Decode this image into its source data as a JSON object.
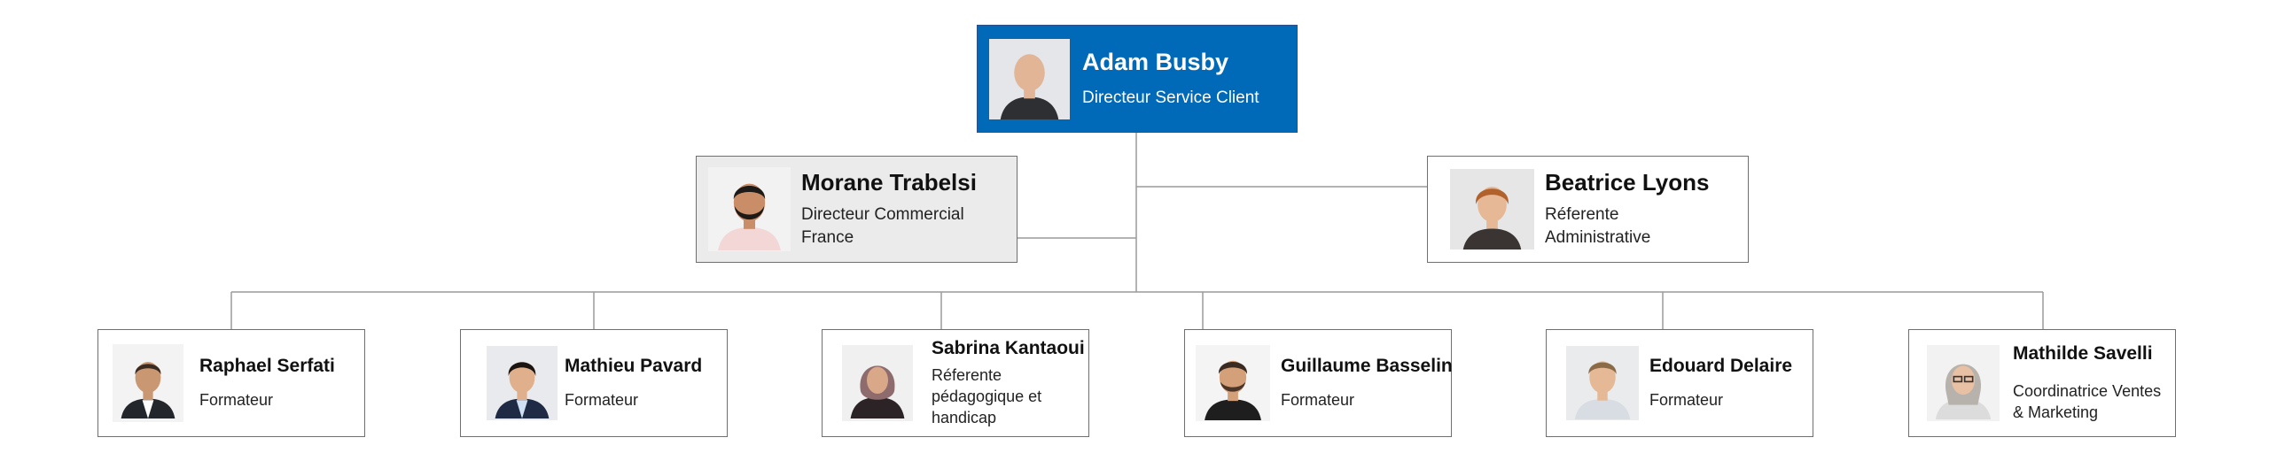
{
  "org_chart": {
    "director": {
      "name": "Adam Busby",
      "role": "Directeur Service Client",
      "photo_icon": "portrait-photo"
    },
    "managers": [
      {
        "name": "Morane Trabelsi",
        "role": "Directeur Commercial France",
        "photo_icon": "portrait-photo"
      },
      {
        "name": "Beatrice Lyons",
        "role": "Réferente Administrative",
        "photo_icon": "portrait-photo"
      }
    ],
    "staff": [
      {
        "name": "Raphael Serfati",
        "role": "Formateur",
        "photo_icon": "portrait-photo"
      },
      {
        "name": "Mathieu Pavard",
        "role": "Formateur",
        "photo_icon": "portrait-photo"
      },
      {
        "name": "Sabrina Kantaoui",
        "role": "Réferente pédagogique et handicap",
        "photo_icon": "portrait-photo"
      },
      {
        "name": "Guillaume Basselin",
        "role": "Formateur",
        "photo_icon": "portrait-photo"
      },
      {
        "name": "Edouard Delaire",
        "role": "Formateur",
        "photo_icon": "portrait-photo"
      },
      {
        "name": "Mathilde Savelli",
        "role": "Coordinatrice Ventes & Marketing",
        "photo_icon": "portrait-photo"
      }
    ],
    "colors": {
      "director_fill": "#0069b8",
      "highlight_fill": "#ebebeb",
      "node_fill": "#ffffff",
      "connector": "#9a9a9a"
    }
  }
}
